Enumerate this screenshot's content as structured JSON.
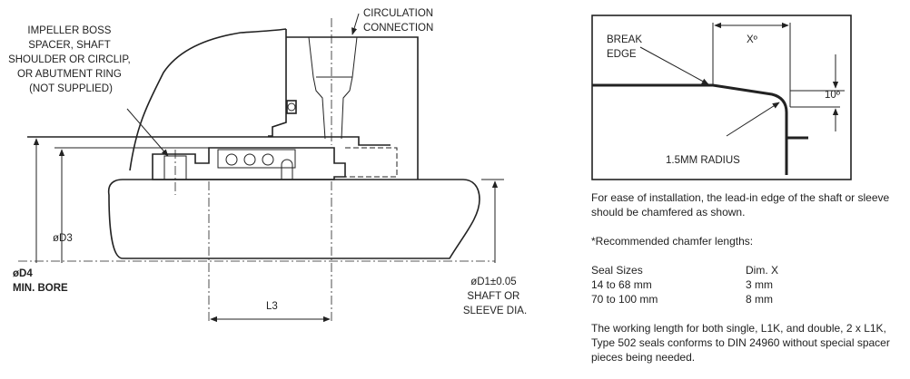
{
  "left_diagram": {
    "label_impeller": [
      "IMPELLER BOSS",
      "SPACER, SHAFT",
      "SHOULDER OR CIRCLIP,",
      "OR ABUTMENT RING",
      "(NOT SUPPLIED)"
    ],
    "label_circulation": [
      "CIRCULATION",
      "CONNECTION"
    ],
    "d3": "øD3",
    "d4": "øD4",
    "d4_sub": "MIN. BORE",
    "l3": "L3",
    "d1": "øD1±0.05",
    "d1_sub": [
      "SHAFT OR",
      "SLEEVE DIA."
    ]
  },
  "right_diagram": {
    "break_edge": [
      "BREAK",
      "EDGE"
    ],
    "x_deg": "Xº",
    "angle": "10º",
    "radius": "1.5MM RADIUS"
  },
  "notes": {
    "intro": "For ease of installation, the lead-in edge of the shaft or sleeve should be chamfered as shown.",
    "recommended": "*Recommended chamfer lengths:",
    "table": {
      "headers": [
        "Seal Sizes",
        "Dim. X"
      ],
      "rows": [
        [
          "14 to 68 mm",
          "3 mm"
        ],
        [
          "70 to 100 mm",
          "8 mm"
        ]
      ]
    },
    "working_length": "The working length for both single, L1K, and double, 2 x L1K, Type 502 seals conforms to DIN 24960 without special spacer pieces being needed."
  }
}
